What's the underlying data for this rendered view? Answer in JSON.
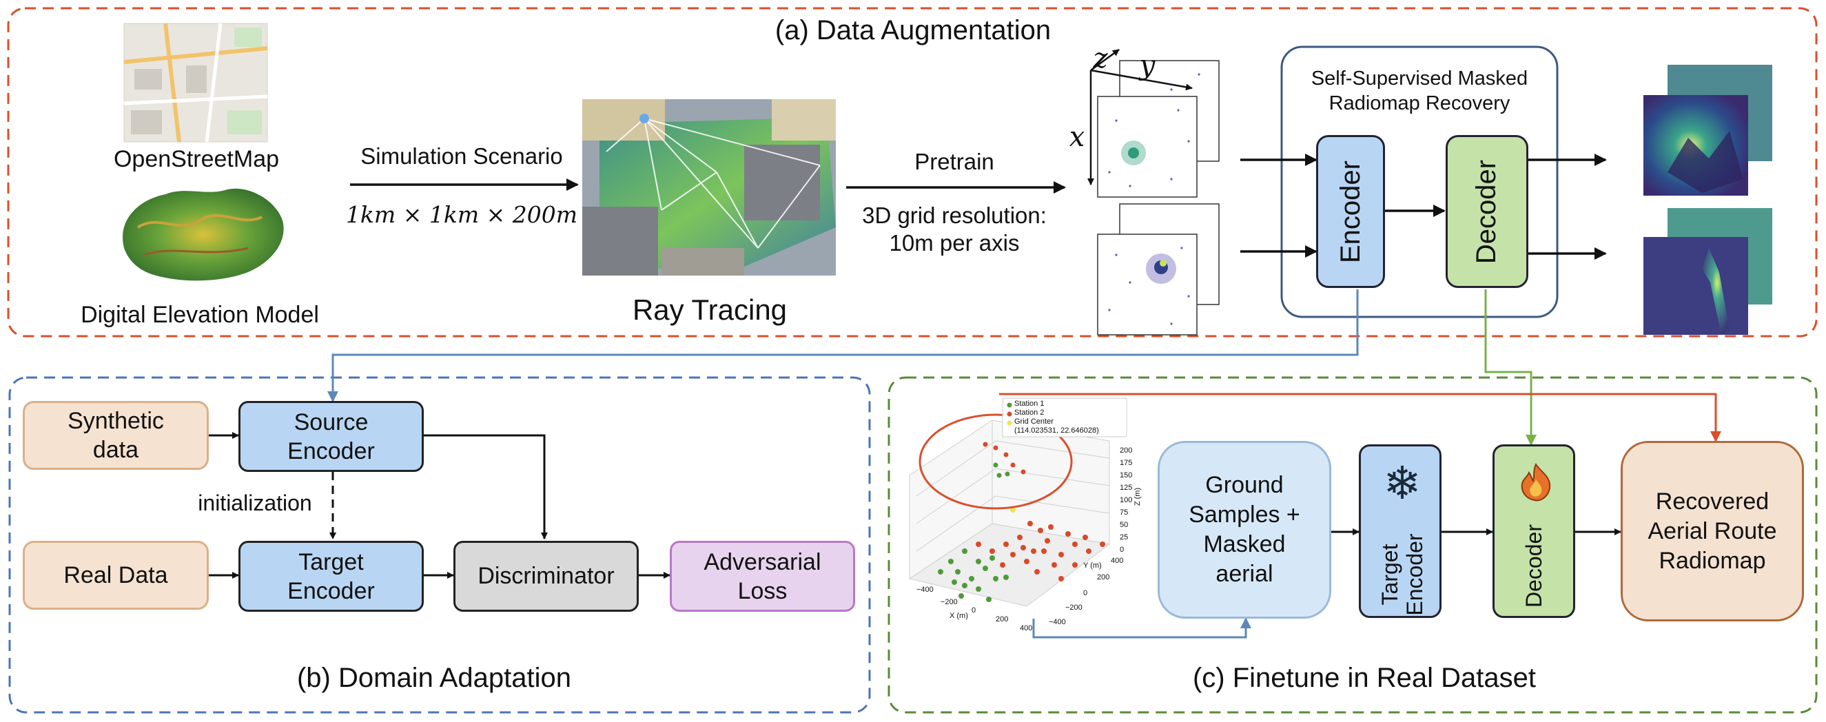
{
  "sections": {
    "a_title": "(a) Data Augmentation",
    "b_title": "(b) Domain Adaptation",
    "c_title": "(c) Finetune in Real Dataset"
  },
  "data_aug": {
    "osm_label": "OpenStreetMap",
    "dem_label": "Digital Elevation Model",
    "sim_scenario": "Simulation Scenario",
    "sim_dims": "1km × 1km × 200m",
    "ray_tracing": "Ray Tracing",
    "pretrain": "Pretrain",
    "grid_res_1": "3D grid resolution:",
    "grid_res_2": "10m per axis",
    "axis_z": "z",
    "axis_y": "y",
    "axis_x": "x",
    "ssl_title_1": "Self-Supervised Masked",
    "ssl_title_2": "Radiomap Recovery",
    "encoder": "Encoder",
    "decoder": "Decoder"
  },
  "domain_adapt": {
    "synthetic_1": "Synthetic",
    "synthetic_2": "data",
    "real_data": "Real Data",
    "source_enc_1": "Source",
    "source_enc_2": "Encoder",
    "target_enc_1": "Target",
    "target_enc_2": "Encoder",
    "initialization": "initialization",
    "discriminator": "Discriminator",
    "adv_loss_1": "Adversarial",
    "adv_loss_2": "Loss"
  },
  "finetune": {
    "legend_1": "Station 1",
    "legend_2": "Station 2",
    "legend_3a": "Grid Center",
    "legend_3b": "(114.023531, 22.646028)",
    "z_ticks": [
      "200",
      "175",
      "150",
      "125",
      "100",
      "75",
      "50",
      "25",
      "0"
    ],
    "z_label": "Z (m)",
    "x_ticks": [
      "−400",
      "−200",
      "0",
      "200",
      "400"
    ],
    "x_label": "X (m)",
    "y_ticks": [
      "400",
      "200",
      "0",
      "−200",
      "−400"
    ],
    "y_label": "Y (m)",
    "ground_1": "Ground",
    "ground_2": "Samples +",
    "ground_3": "Masked",
    "ground_4": "aerial",
    "target_enc_1": "Target",
    "target_enc_2": "Encoder",
    "decoder": "Decoder",
    "recovered_1": "Recovered",
    "recovered_2": "Aerial Route",
    "recovered_3": "Radiomap"
  },
  "colors": {
    "section_a": "#d9502c",
    "section_b": "#4d73b8",
    "section_c": "#5b8a3a",
    "encoder_fill": "#b8d6f3",
    "decoder_fill": "#c5e3a8",
    "source_fill": "#f6e2d0",
    "disc_fill": "#d9d9d9",
    "adv_fill": "#e8d3ee",
    "ground_fill": "#d6e8f8",
    "recovered_fill": "#f5e1d0",
    "orange_arrow": "#d9502c",
    "blue_arrow": "#5d88b8",
    "green_arrow": "#7ab04c"
  }
}
